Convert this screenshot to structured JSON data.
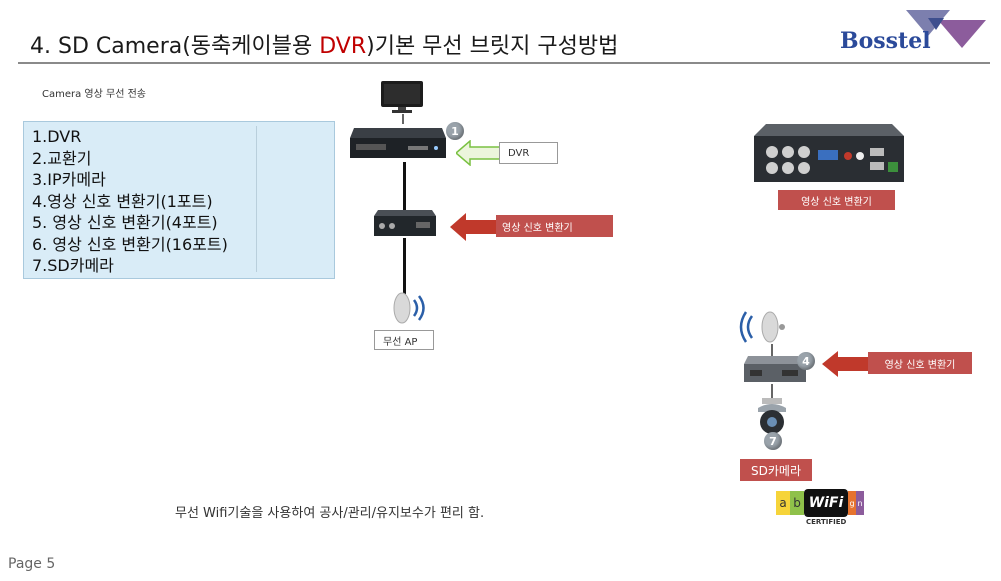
{
  "header": {
    "title_prefix": "4. SD Camera(동축케이블용 ",
    "title_red": "DVR",
    "title_suffix": ")기본 무선 브릿지 구성방법",
    "logo_text": "Bosstel"
  },
  "subtitle": "Camera 영상 무선 전송",
  "list": [
    "1.DVR",
    "2.교환기",
    "3.IP카메라",
    "4.영상 신호 변환기(1포트)",
    "5. 영상 신호 변환기(4포트)",
    "6. 영상 신호 변환기(16포트)",
    "7.SD카메라"
  ],
  "diagram": {
    "dvr_label": "DVR",
    "converter_label": "영상 신호 변환기",
    "converter_label_right": "영상 신호 변환기",
    "converter_label_bottom": "영상 신호 변환기",
    "ap_label": "무선 AP",
    "sd_label": "SD카메라",
    "badge_1": "1",
    "badge_4": "4",
    "badge_7": "7"
  },
  "wifi_logo": {
    "text": "WiFi",
    "certified": "CERTIFIED",
    "letters": [
      "a",
      "b",
      "g",
      "n"
    ]
  },
  "note": "무선 Wifi기술을 사용하여 공사/관리/유지보수가 편리 함.",
  "footer": {
    "page": "Page 5"
  },
  "colors": {
    "accent_red": "#c0504d",
    "arrow_green": "#7ac142",
    "list_bg": "#d9ecf7",
    "logo_blue": "#2b4a9a"
  }
}
